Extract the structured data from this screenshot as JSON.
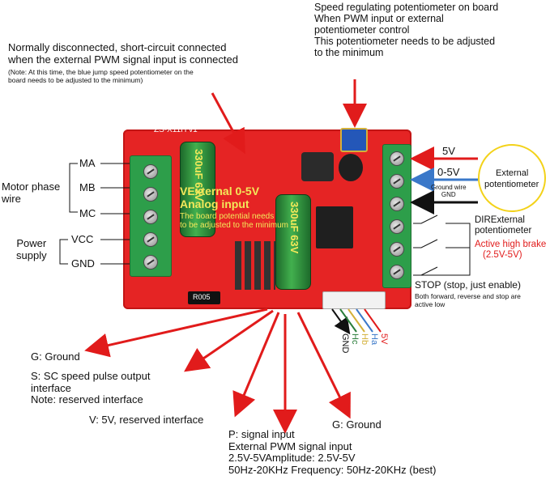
{
  "labels": {
    "top_left_title": [
      "Normally disconnected, short-circuit connected",
      "when the external PWM signal input is connected"
    ],
    "top_left_note": [
      "(Note: At this time, the blue jump speed potentiometer on the",
      "board needs to be adjusted to the minimum)"
    ],
    "top_right": [
      "Speed regulating potentiometer on board",
      "When PWM input or external",
      "potentiometer control",
      "This potentiometer needs to be adjusted",
      "to the minimum"
    ],
    "motor_phase": [
      "Motor phase",
      "wire"
    ],
    "ma": "MA",
    "mb": "MB",
    "mc": "MC",
    "power_supply": [
      "Power",
      "supply"
    ],
    "vcc": "VCC",
    "gnd": "GND",
    "v5": "5V",
    "v0_5": "0-5V",
    "ground_wire": [
      "Ground wire",
      "GND"
    ],
    "external_pot": [
      "External",
      "potentiometer"
    ],
    "dir_external": [
      "DIRExternal",
      "potentiometer"
    ],
    "active_high": [
      "Active high brake",
      "(2.5V-5V)"
    ],
    "stop": "STOP (stop, just enable)",
    "stop_note": [
      "Both forward, reverse and stop are",
      "active low"
    ],
    "g_ground_left": "G: Ground",
    "s_sc": [
      "S: SC speed pulse output",
      "interface",
      "Note: reserved interface"
    ],
    "v_5v": "V: 5V, reserved interface",
    "p_signal": [
      "P: signal input",
      "External PWM signal input",
      "2.5V-5VAmplitude: 2.5V-5V",
      "50Hz-20KHz Frequency: 50Hz-20KHz (best)"
    ],
    "g_ground_bottom": "G: Ground",
    "hall": [
      "5V",
      "Ha",
      "Hb",
      "Hc",
      "GND"
    ]
  },
  "board": {
    "model": "ZS-X11H  v1",
    "overlay": [
      "VExternal 0-5V",
      "Analog input"
    ],
    "overlay_note": [
      "The board potential needs",
      "to be adjusted to the minimum"
    ],
    "cap1": "330uF 63V",
    "cap2": "330uF 63V",
    "resistor": "R005"
  },
  "colors": {
    "board": "#e52424",
    "arrow_red": "#e11b1b",
    "arrow_blue": "#3a78c9",
    "pot_circle": "#f3d21a",
    "overlay_text": "#f3e85a"
  }
}
